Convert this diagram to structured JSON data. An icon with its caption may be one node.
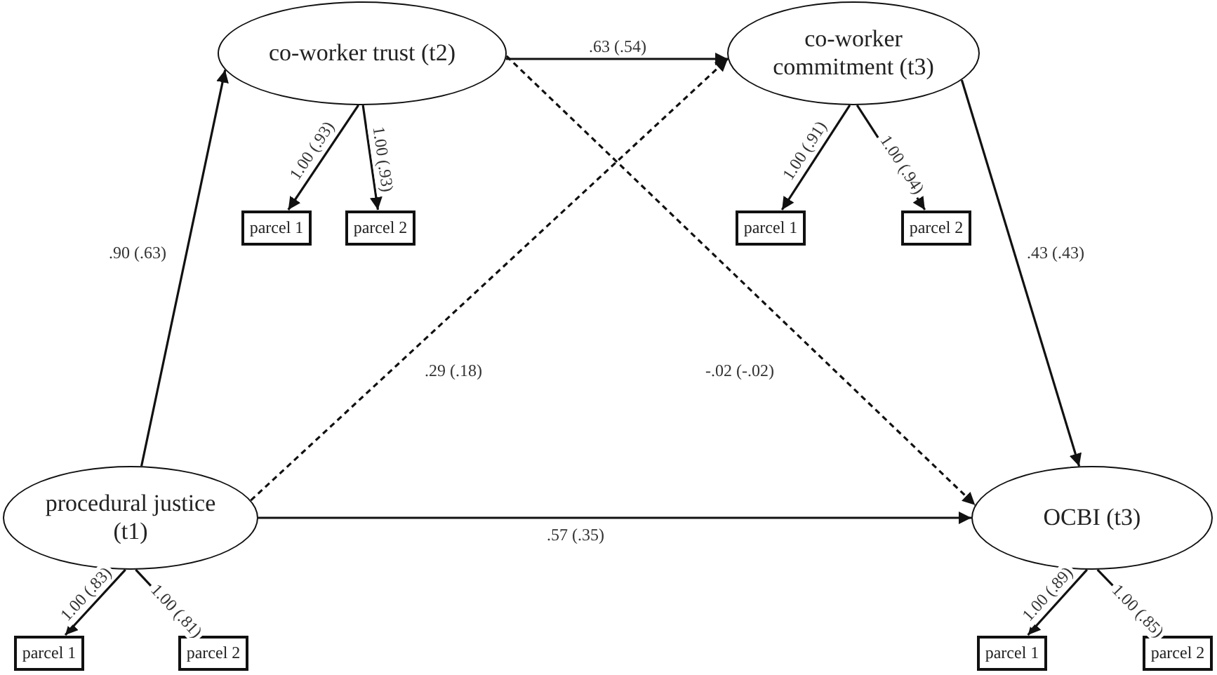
{
  "diagram": {
    "nodes": [
      {
        "text": [
          "co-worker trust (t2)"
        ]
      },
      {
        "text": [
          "parcel 1"
        ]
      },
      {
        "text": [
          "parcel 2"
        ]
      },
      {
        "text": [
          "co-worker commitment (t3)"
        ]
      },
      {
        "text": [
          "parcel 1"
        ]
      },
      {
        "text": [
          "parcel 2"
        ]
      },
      {
        "text": [
          "procedural justice (t1)"
        ]
      },
      {
        "text": [
          "parcel 1"
        ]
      },
      {
        "text": [
          "parcel 2"
        ]
      },
      {
        "text": [
          "OCBI (t3)"
        ]
      },
      {
        "text": [
          "parcel 1"
        ]
      },
      {
        "text": [
          "parcel 2"
        ]
      }
    ],
    "edges": [
      {
        "from": 6,
        "to": 0,
        "arrow": "to",
        "label": ".90 (.63)"
      },
      {
        "from": 0,
        "to": 3,
        "arrow": "to",
        "label": ".63 (.54)"
      },
      {
        "from": 3,
        "to": 9,
        "arrow": "to",
        "label": ".43 (.43)"
      },
      {
        "from": 0,
        "to": 9,
        "arrow": "to",
        "label": "-.02 (-.02)",
        "style": "dashed"
      },
      {
        "from": 6,
        "to": 3,
        "arrow": "to",
        "label": ".29 (.18)",
        "style": "dashed"
      },
      {
        "from": 6,
        "to": 9,
        "arrow": "to",
        "label": ".57 (.35)"
      },
      {
        "from": 0,
        "to": 1,
        "arrow": "to",
        "label": "1.00 (.93)"
      },
      {
        "from": 0,
        "to": 2,
        "arrow": "to",
        "label": "1.00 (.93)"
      },
      {
        "from": 3,
        "to": 4,
        "arrow": "to",
        "label": "1.00 (.91)"
      },
      {
        "from": 3,
        "to": 5,
        "arrow": "to",
        "label": "1.00 (.94)"
      },
      {
        "from": 6,
        "to": 7,
        "arrow": "to",
        "label": "1.00 (.83)"
      },
      {
        "from": 6,
        "to": 8,
        "arrow": "to",
        "label": "1.00 (.81)"
      },
      {
        "from": 9,
        "to": 10,
        "arrow": "to",
        "label": "1.00 (.89)"
      },
      {
        "from": 9,
        "to": 11,
        "arrow": "to",
        "label": "1.00 (.85)"
      }
    ]
  }
}
